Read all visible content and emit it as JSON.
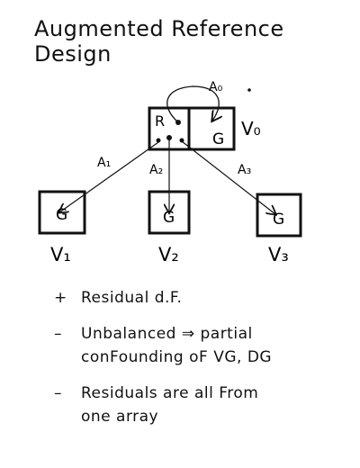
{
  "title": "Augmented Reference Design",
  "nodes": {
    "v0": {
      "left_label": "R",
      "right_label": "G",
      "name": "V₀"
    },
    "v1": {
      "label": "G",
      "name": "V₁"
    },
    "v2": {
      "label": "G",
      "name": "V₂"
    },
    "v3": {
      "label": "G",
      "name": "V₃"
    }
  },
  "edges": {
    "a0": "A₀",
    "a1": "A₁",
    "a2": "A₂",
    "a3": "A₃"
  },
  "bullets": [
    {
      "symbol": "+",
      "lines": [
        "Residual d.F."
      ]
    },
    {
      "symbol": "–",
      "lines": [
        "Unbalanced ⇒ partial",
        "conFounding oF VG, DG"
      ]
    },
    {
      "symbol": "–",
      "lines": [
        "Residuals are all From",
        "one array"
      ]
    }
  ]
}
